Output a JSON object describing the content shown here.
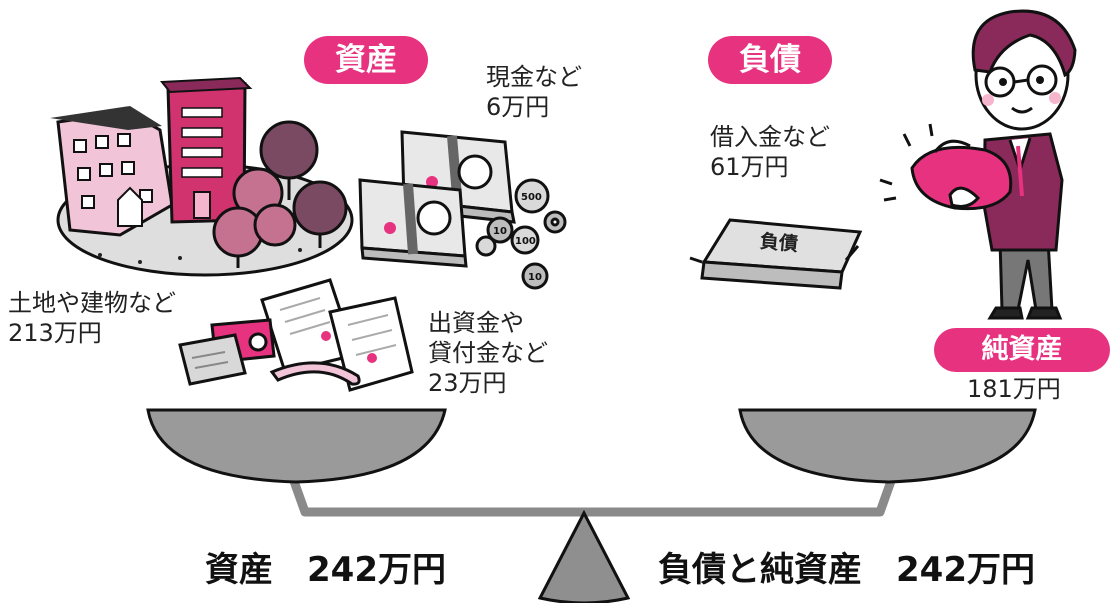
{
  "badges": {
    "assets": "資産",
    "liabilities": "負債",
    "net_assets": "純資産"
  },
  "assets": {
    "cash": {
      "line1": "現金など",
      "line2": "6万円"
    },
    "land": {
      "line1": "土地や建物など",
      "line2": "213万円"
    },
    "investments": {
      "line1": "出資金や",
      "line2": "貸付金など",
      "line3": "23万円"
    }
  },
  "liabilities": {
    "loans": {
      "line1": "借入金など",
      "line2": "61万円"
    },
    "bundle_text": "負債"
  },
  "net_assets": {
    "amount": "181万円"
  },
  "totals": {
    "left": "資産　242万円",
    "right": "負債と純資産　242万円"
  },
  "colors": {
    "accent": "#e6327f",
    "scale_gray": "#8f8f8f",
    "dark_purple": "#8a2a5a"
  },
  "icons": [
    "buildings-icon",
    "trees-icon",
    "banknote-bundle-icon",
    "coin-icon",
    "documents-icon",
    "cards-icon",
    "liability-bundle-icon",
    "businessman-icon",
    "wallet-icon",
    "balance-scale-icon"
  ]
}
